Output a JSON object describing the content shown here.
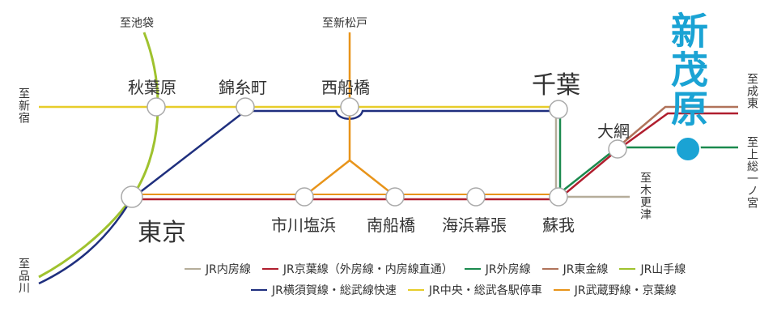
{
  "colors": {
    "uchibo": "#b5ad9a",
    "keiyo": "#b01e2e",
    "sotobo": "#1b8a4e",
    "togane": "#b0735a",
    "yamanote": "#9fc22e",
    "yokosuka": "#1f2f7e",
    "chuo": "#e7cd2a",
    "musashino": "#e8941a",
    "highlight": "#1aa3d4"
  },
  "stations": {
    "akihabara": "秋葉原",
    "kinshicho": "錦糸町",
    "nishifunabashi": "西船橋",
    "chiba": "千葉",
    "tokyo": "東京",
    "ichikawashiohama": "市川塩浜",
    "minamifunabashi": "南船橋",
    "kaihinmakuhari": "海浜幕張",
    "soga": "蘇我",
    "oami": "大網",
    "shinmobara": "新茂原"
  },
  "destinations": {
    "ikebukuro": "至池袋",
    "shinmatsudo": "至新松戸",
    "shinjuku": "至新宿",
    "shinagawa": "至品川",
    "narito": "至成東",
    "kazusaichinomiya": "至上総一ノ宮",
    "kisarazu": "至木更津"
  },
  "legend": [
    {
      "key": "uchibo",
      "label": "JR内房線"
    },
    {
      "key": "keiyo",
      "label": "JR京葉線（外房線・内房線直通）"
    },
    {
      "key": "sotobo",
      "label": "JR外房線"
    },
    {
      "key": "togane",
      "label": "JR東金線"
    },
    {
      "key": "yamanote",
      "label": "JR山手線"
    },
    {
      "key": "yokosuka",
      "label": "JR横須賀線・総武線快速"
    },
    {
      "key": "chuo",
      "label": "JR中央・総武各駅停車"
    },
    {
      "key": "musashino",
      "label": "JR武蔵野線・京葉線"
    }
  ]
}
